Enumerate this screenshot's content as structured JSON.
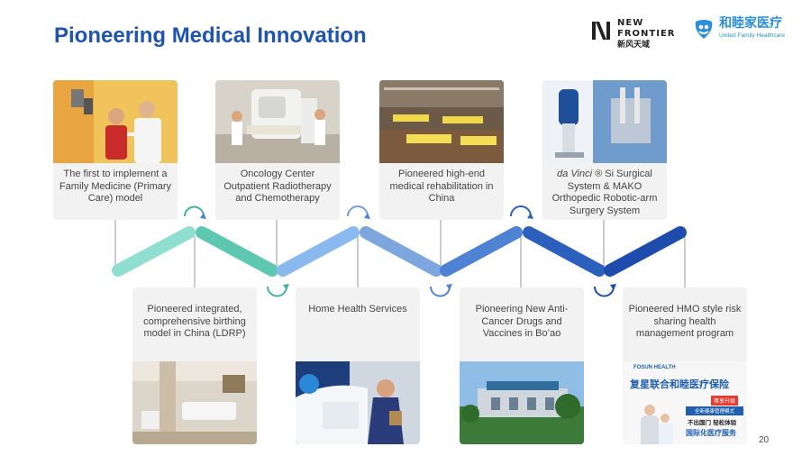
{
  "title": "Pioneering Medical Innovation",
  "logos": {
    "new_frontier": {
      "line1": "NEW",
      "line2": "FRONTIER",
      "line3": "新风天域"
    },
    "united_family": {
      "cn": "和睦家医疗",
      "en": "United Family Healthcare"
    }
  },
  "milestones_top": [
    {
      "caption": "The first to implement a Family Medicine (Primary Care) model"
    },
    {
      "caption": "Oncology Center Outpatient Radiotherapy and Chemotherapy"
    },
    {
      "caption": "Pioneered high-end medical rehabilitation in China"
    },
    {
      "caption_italic": "da Vinci",
      "caption": " ® Si Surgical System & MAKO Orthopedic Robotic-arm Surgery System"
    }
  ],
  "milestones_bottom": [
    {
      "caption": "Pioneered integrated, comprehensive birthing model in China (LDRP)"
    },
    {
      "caption": "Home Health Services"
    },
    {
      "caption": "Pioneering New Anti-Cancer Drugs and Vaccines in Bo’ao"
    },
    {
      "caption": "Pioneered HMO style risk sharing health management program"
    }
  ],
  "hmo_ad": {
    "brand": "FOSUN HEALTH",
    "headline": "复星联合和睦医疗保险",
    "badge": "尊享升级",
    "line1": "全新健康管理模式",
    "line2": "不出国门 轻松体验",
    "line3": "国际化医疗服务"
  },
  "page_number": "20",
  "colors": {
    "title": "#1f55b0",
    "teal": "#6fd0bd",
    "light_blue": "#8bb7ec",
    "mid_blue": "#3f74cc",
    "dark_blue": "#1f4fb0"
  }
}
